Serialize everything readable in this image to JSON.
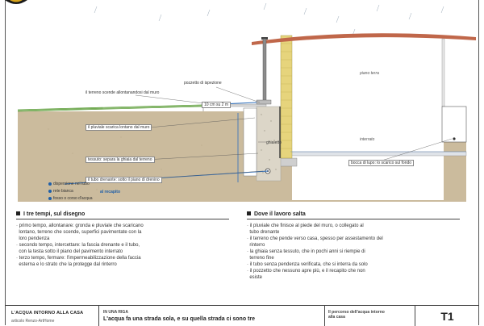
{
  "diagram": {
    "labels": {
      "piano_terra": "piano terra",
      "interrato": "interrato",
      "pozzetto_ispezione": "pozzetto di ispezione",
      "terreno_scende": "il terreno scende allontanandosi dal muro",
      "quota": "10 cm su 2 m",
      "pluviale_scarica": "il pluviale scarica lontano dal muro",
      "ghiaietto": "ghiaietto",
      "tessuto": "tessuto: separa la ghiaia dal terreno",
      "tubo_drenante": "il tubo drenante: sotto il piano di drenino",
      "bocca_lupo": "bocca di lupo: lo scarico sul fondo",
      "recapito": "al recapito"
    },
    "legend": [
      "dispersione nel tubo",
      "rete bianca",
      "fosso o corso d'acqua"
    ],
    "colors": {
      "soil": "#c9b99a",
      "roof": "#c0674a",
      "brick": "#e4d37a",
      "water": "#2e6fbd",
      "grass": "#5d9e3a"
    }
  },
  "sections": {
    "left": {
      "title": "I tre tempi, sul disegno",
      "items": [
        "· primo tempo, allontanare: gronda e pluviale che scaricano",
        "  lontano, terreno che scende, superfici pavimentate con la",
        "  loro pendenza",
        "· secondo tempo, intercettare: la fascia drenante e il tubo,",
        "  con la testa sotto il piano del pavimento interrato",
        "· terzo tempo, fermare: l'impermeabilizzazione della faccia",
        "  esterna e lo strato che la protegge dal rinterro"
      ]
    },
    "right": {
      "title": "Dove il lavoro salta",
      "items": [
        "· il pluviale che finisce al piede del muro, o collegato al",
        "  tubo drenante",
        "· il terreno che pende verso casa, spesso per assestamento del",
        "  rinterro",
        "· la ghiaia senza tessuto, che in pochi anni si riempie di",
        "  terreno fine",
        "· il tubo senza pendenza verificata, che si interra da solo",
        "· il pozzetto che nessuno apre più, e il recapito che non",
        "  esiste"
      ]
    }
  },
  "titleblock": {
    "title": "L'ACQUA INTORNO ALLA CASA",
    "subtitle": "articolo Renzo-ArtHome",
    "kicker": "IN UNA RIGA",
    "headline": "L'acqua fa una strada sola, e su quella strada ci sono tre",
    "caption_line1": "Il percorso dell'acqua intorno",
    "caption_line2": "alla casa",
    "code": "T1"
  }
}
